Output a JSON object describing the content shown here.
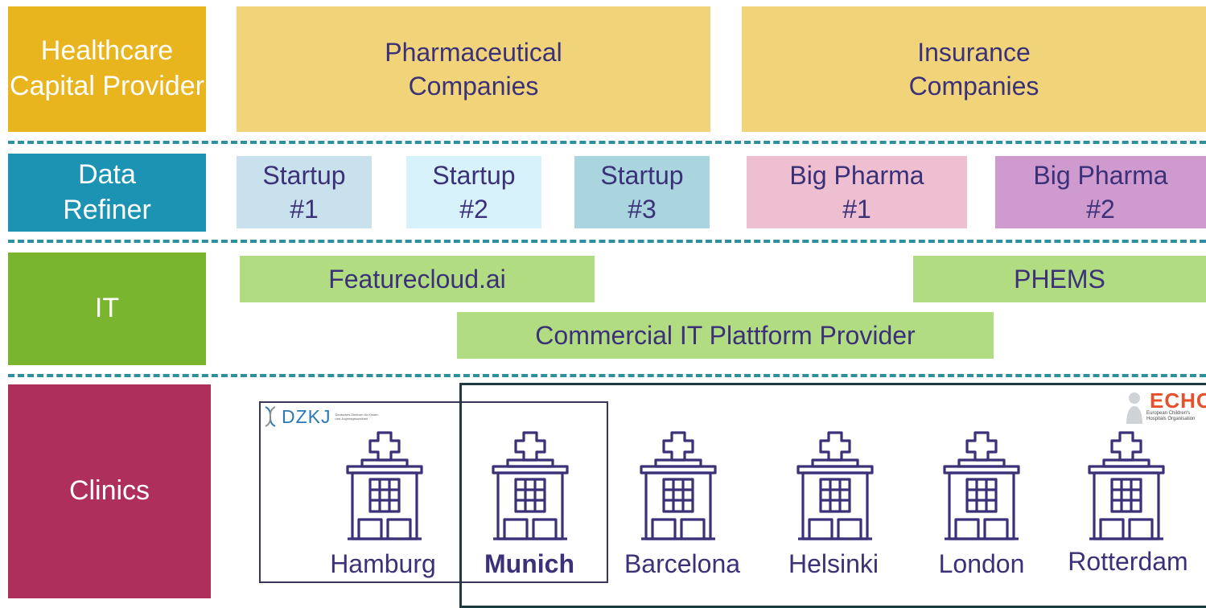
{
  "rows": {
    "capital": {
      "label": "Healthcare Capital Provider",
      "boxes": [
        "Pharmaceutical Companies",
        "Insurance Companies"
      ]
    },
    "refiner": {
      "label": "Data Refiner",
      "boxes": [
        "Startup #1",
        "Startup #2",
        "Startup #3",
        "Big Pharma #1",
        "Big Pharma #2"
      ]
    },
    "it": {
      "label": "IT",
      "boxes": [
        "Featurecloud.ai",
        "PHEMS",
        "Commercial IT Plattform Provider"
      ]
    },
    "clinics": {
      "label": "Clinics",
      "cities": [
        "Hamburg",
        "Munich",
        "Barcelona",
        "Helsinki",
        "London",
        "Rotterdam"
      ]
    }
  },
  "logos": {
    "dzkj": {
      "name": "DZKJ",
      "subtitle": "Deutsches Zentrum für Kinder- und Jugendgesundheit"
    },
    "echo": {
      "name": "ECHO",
      "subtitle": "European Children's Hospitals Organisation"
    }
  },
  "icons": {
    "clinic": "hospital-building-icon"
  },
  "colors": {
    "capital_label": "#e8b51e",
    "capital_box": "#f1d47a",
    "refiner_label": "#1d93b3",
    "startup1": "#c8e1ec",
    "startup2": "#d8f2fb",
    "startup3": "#aad5df",
    "bigpharma1": "#eebfd1",
    "bigpharma2": "#cf9acd",
    "it_label": "#7ab530",
    "it_box": "#b2dc82",
    "clinics_label": "#ae2f5c",
    "divider": "#2e8f9e",
    "text_dark": "#3b3178",
    "icon": "#3b3178"
  }
}
